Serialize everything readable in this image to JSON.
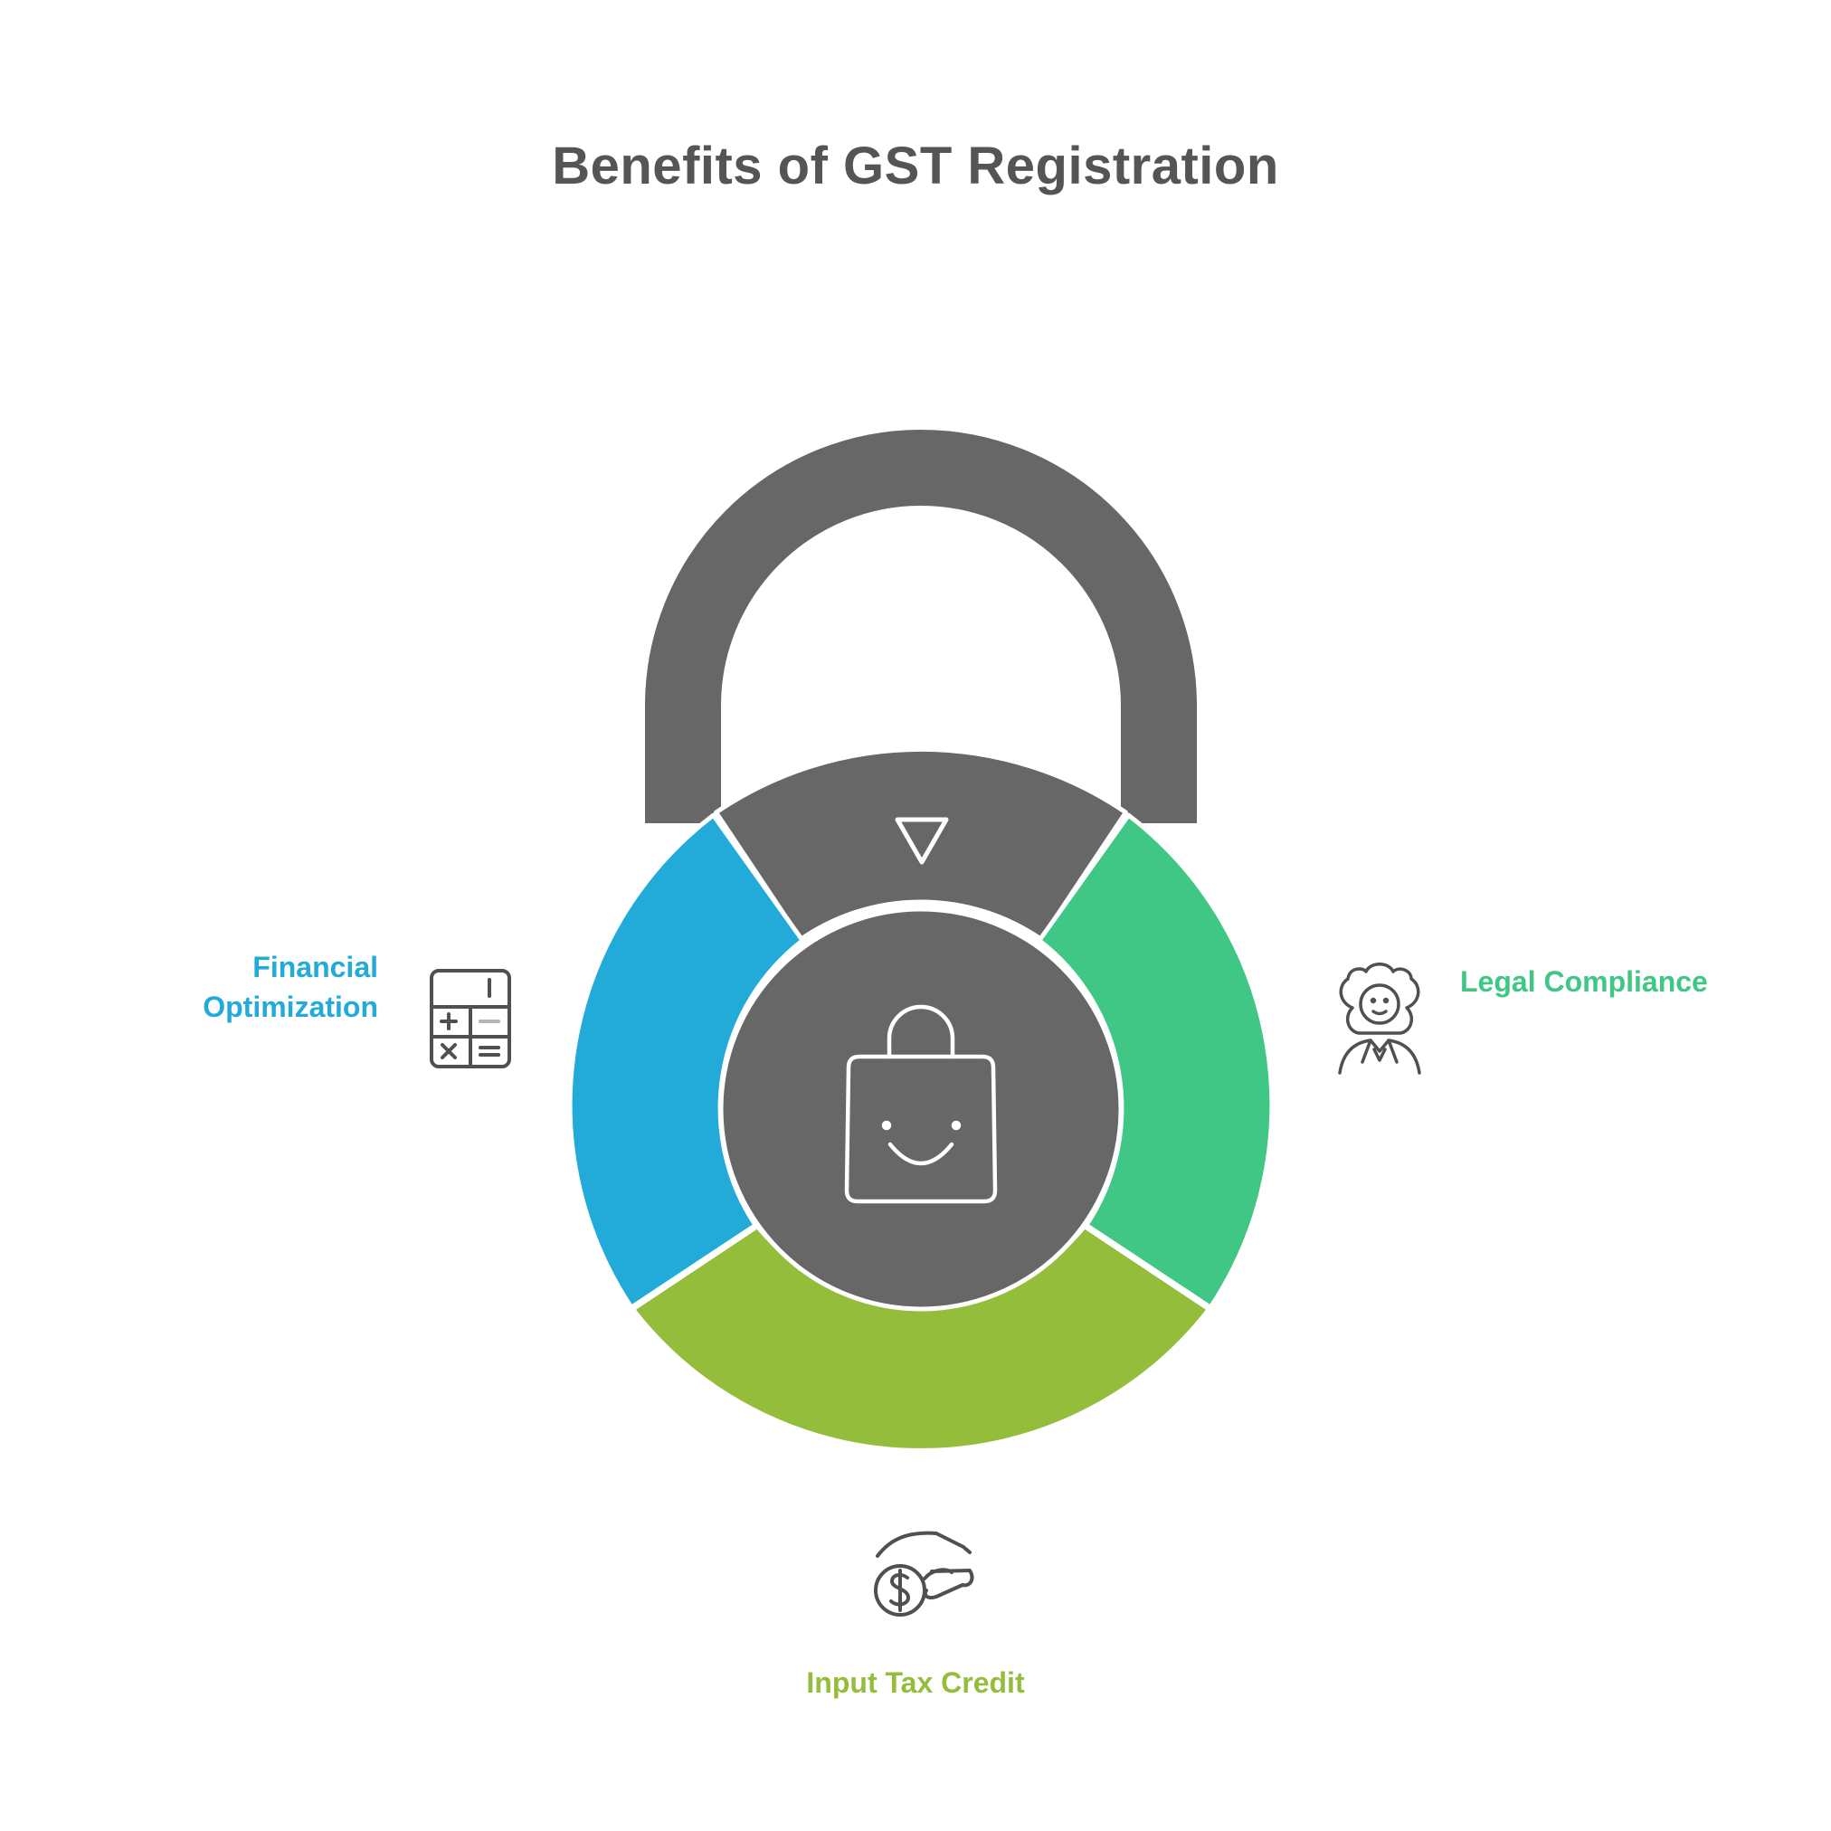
{
  "title": "Benefits of GST Registration",
  "segments": [
    {
      "label": "Financial Optimization",
      "color": "#22AAD9",
      "icon": "calculator-icon"
    },
    {
      "label": "Legal Compliance",
      "color": "#40C685",
      "icon": "lawyer-icon"
    },
    {
      "label": "Input Tax Credit",
      "color": "#93BD3B",
      "icon": "hand-coin-icon"
    }
  ],
  "top_segment": {
    "color": "#676767",
    "icon": "triangle-down-icon"
  },
  "center": {
    "color": "#676767",
    "icon": "shopping-bag-icon"
  },
  "shackle": {
    "color": "#676767"
  },
  "icon_stroke_color": "#505050"
}
